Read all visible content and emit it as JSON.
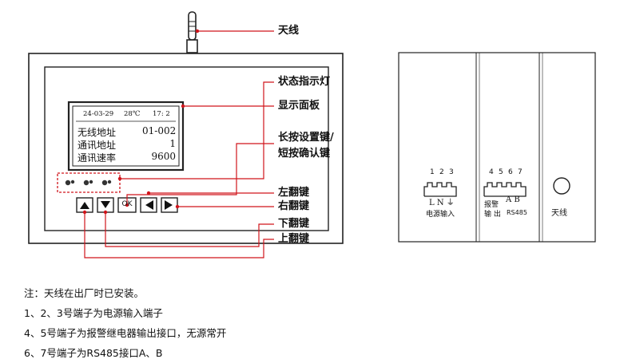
{
  "device": {
    "lcd": {
      "date": "24-03-29",
      "temperature": "28℃",
      "time": "17: 2",
      "rows": [
        {
          "label": "无线地址",
          "value": "01-002"
        },
        {
          "label": "通讯地址",
          "value": "1"
        },
        {
          "label": "通讯速率",
          "value": "9600"
        }
      ]
    },
    "ok_label": "OK"
  },
  "callouts": {
    "antenna": "天线",
    "status_led": "状态指示灯",
    "display_panel": "显示面板",
    "setup_key_line1": "长按设置键/",
    "setup_key_line2": "短按确认键",
    "left_key": "左翻键",
    "right_key": "右翻键",
    "down_key": "下翻键",
    "up_key": "上翻键"
  },
  "side_panel": {
    "group1_numbers": [
      "1",
      "2",
      "3"
    ],
    "group1_letters": "L N ⏚",
    "group1_caption": "电源输入",
    "group2_numbers": [
      "4",
      "5",
      "6",
      "7"
    ],
    "group2_caption_top": "报警",
    "group2_caption_bottom": "输 出",
    "group2_letters": "A B",
    "group2_rs485": "RS485",
    "antenna_label": "天线"
  },
  "notes": [
    "注：天线在出厂时已安装。",
    "1、2、3号端子为电源输入端子",
    "4、5号端子为报警继电器输出接口，无源常开",
    "6、7号端子为RS485接口A、B"
  ],
  "colors": {
    "leader_line": "#d0141b",
    "outline": "#222222"
  }
}
